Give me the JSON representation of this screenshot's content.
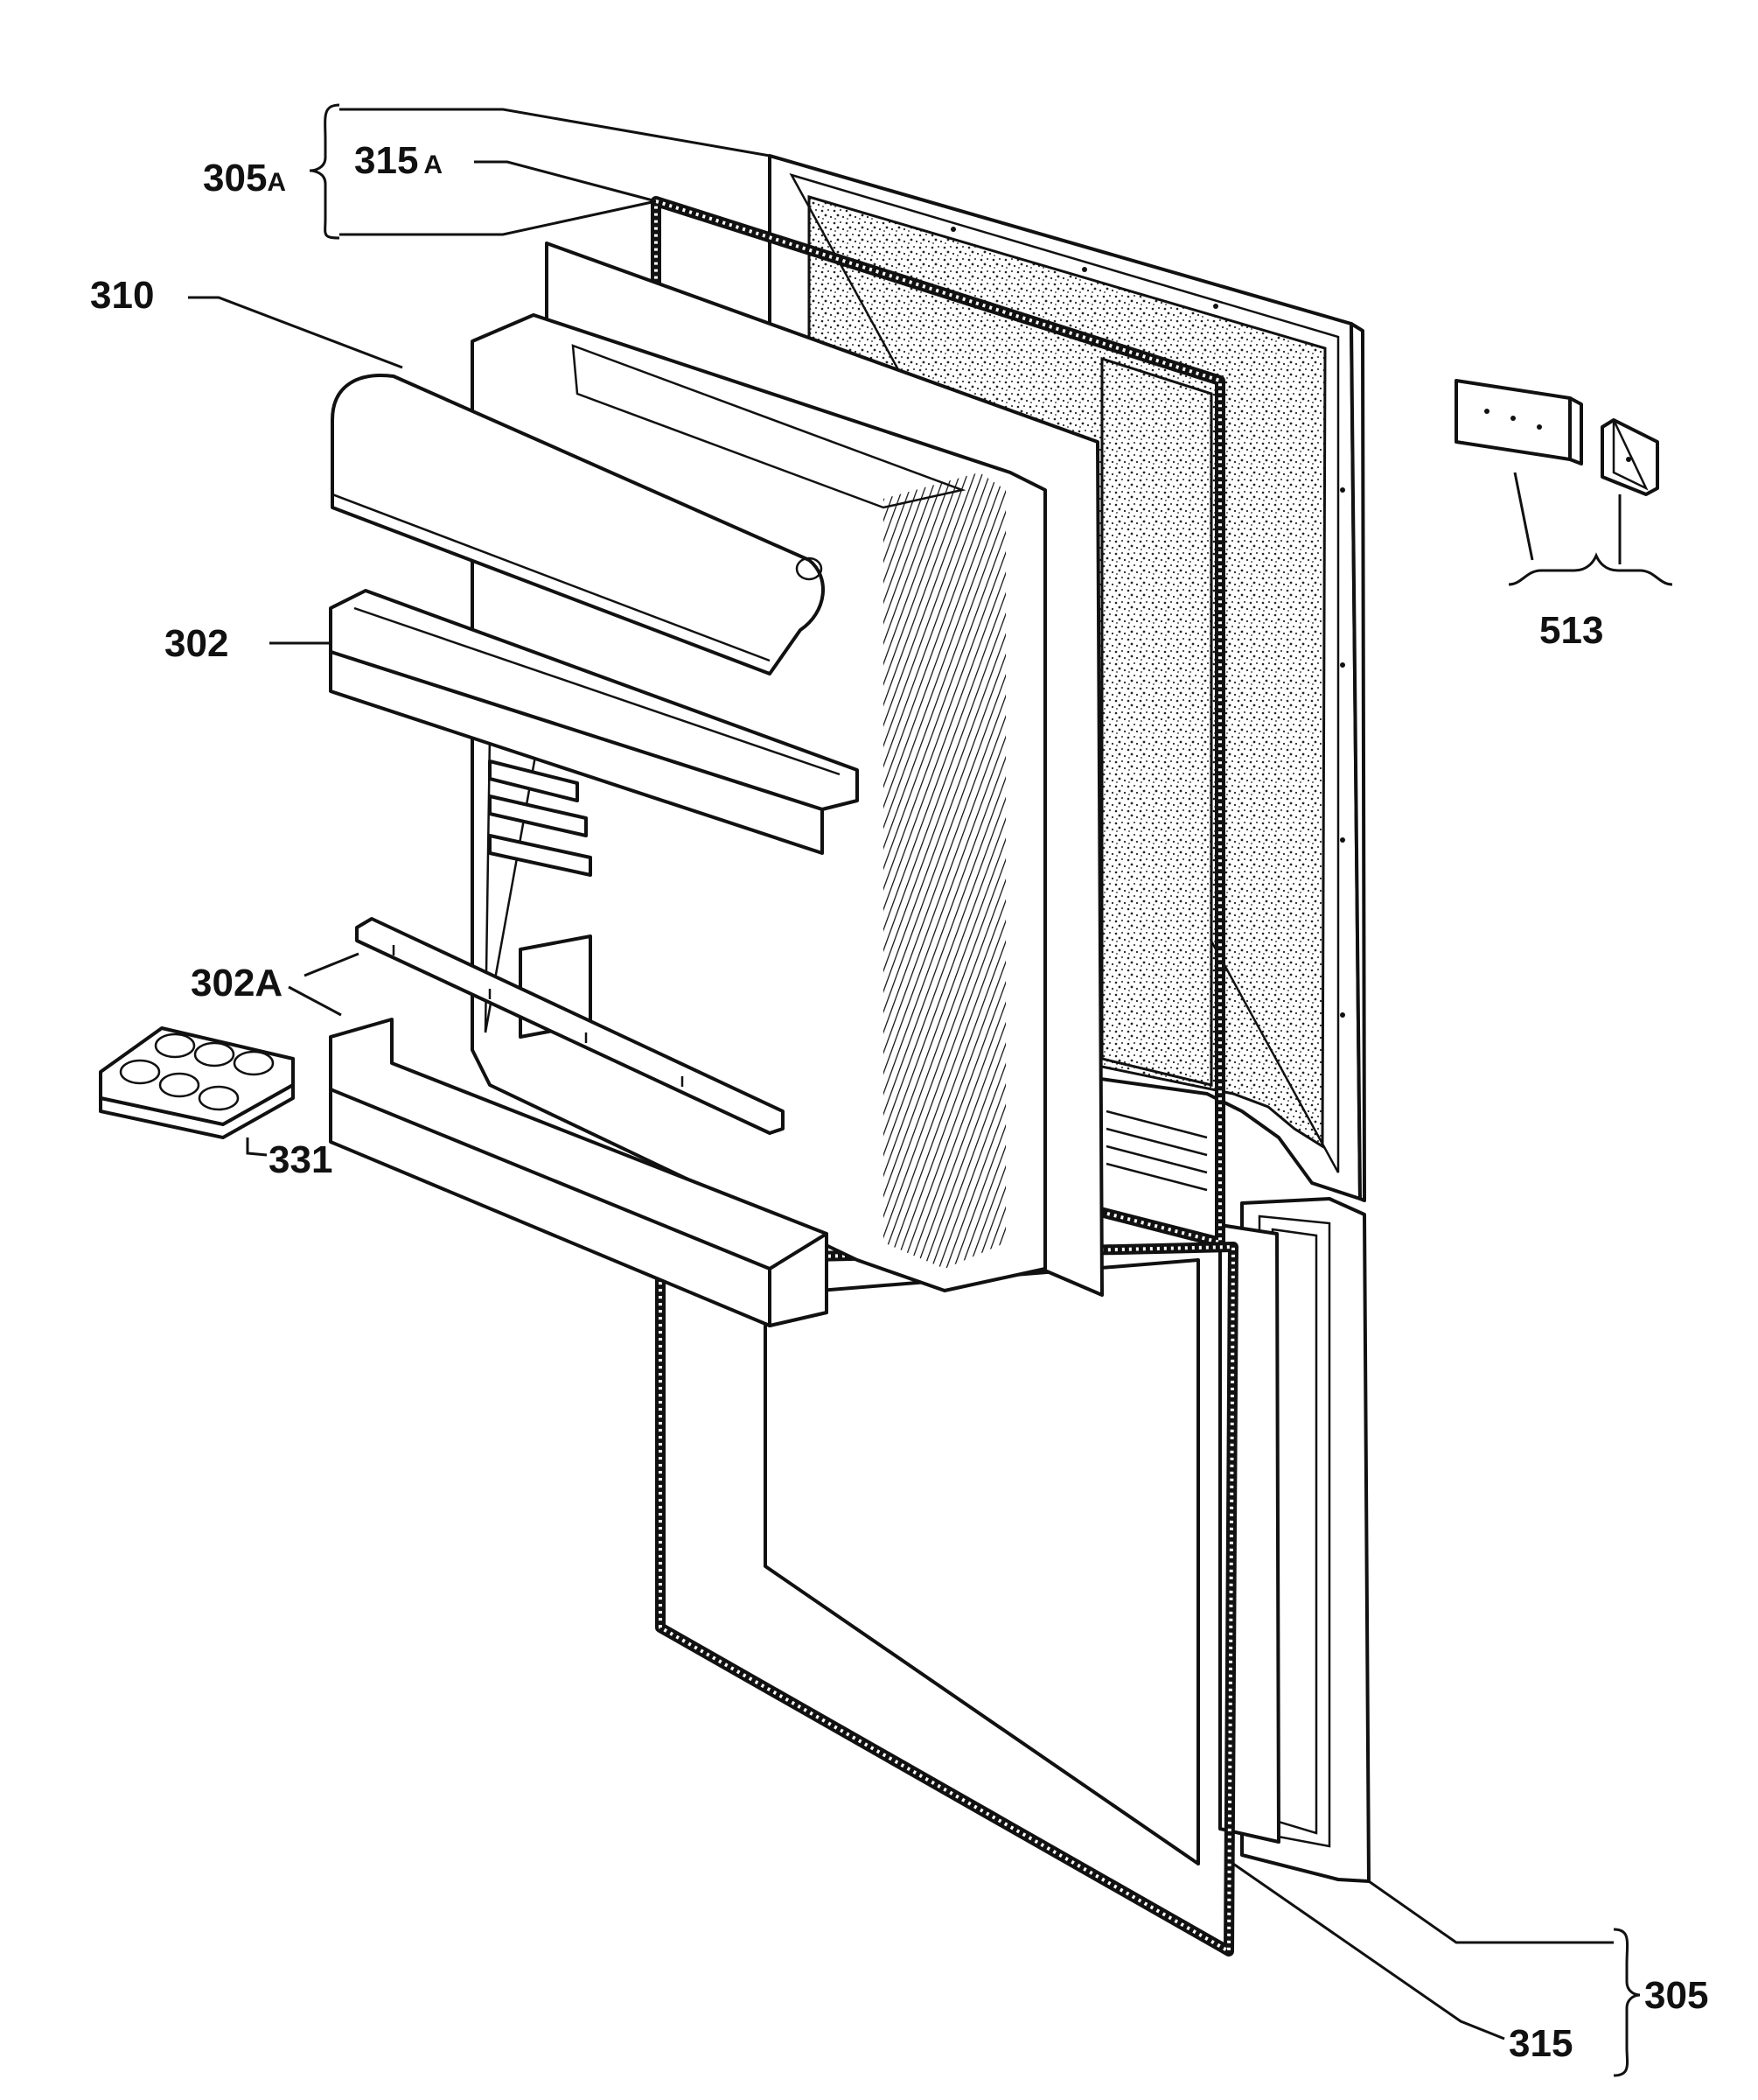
{
  "labels": {
    "door_assembly_top": {
      "main": "305",
      "suffix": "A"
    },
    "gasket_top": {
      "main": "315",
      "suffix": "A"
    },
    "inner_liner": "310",
    "shelf_tray": "302",
    "bottle_rail": "302A",
    "egg_tray": "331",
    "hinge_kit": "513",
    "door_assembly_bottom": "305",
    "gasket_bottom": "315"
  }
}
